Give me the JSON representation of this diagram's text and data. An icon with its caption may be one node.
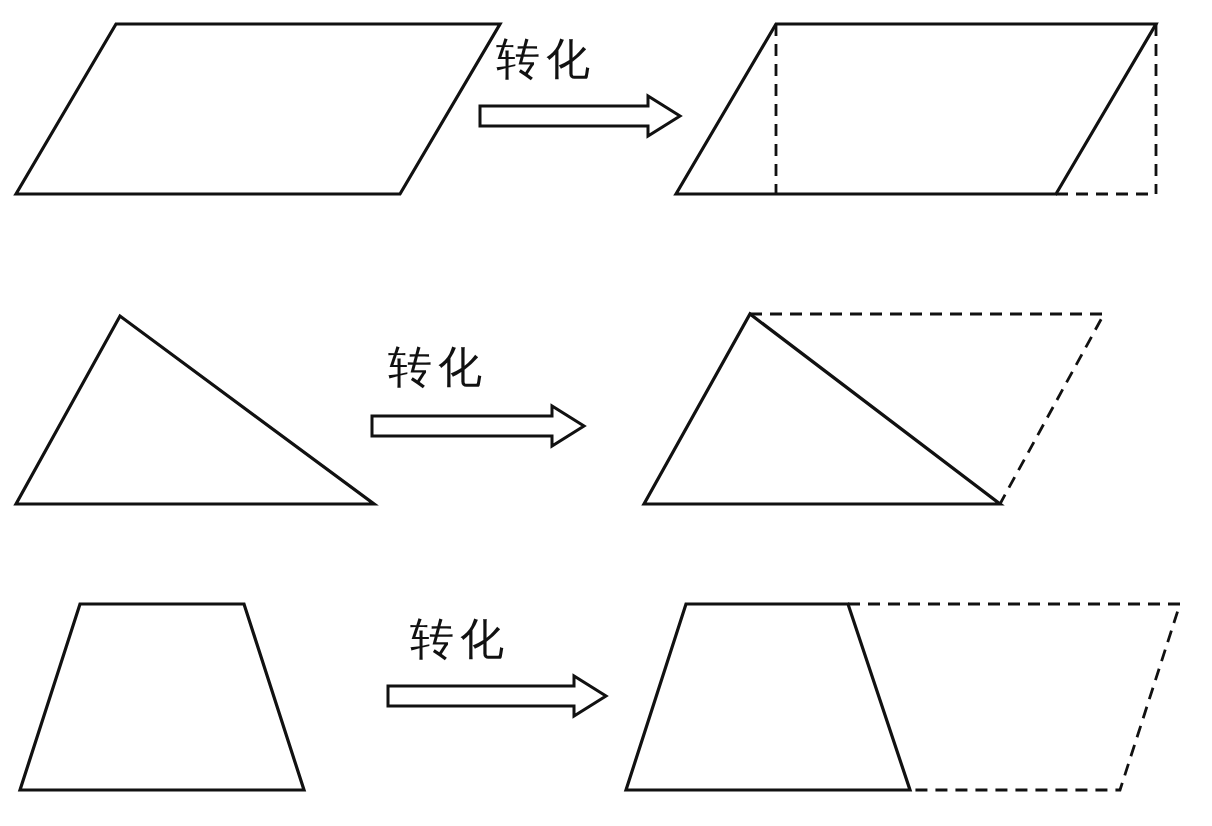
{
  "diagram": {
    "nodes": [
      {
        "text": [],
        "shape": "parallelogram"
      },
      {
        "text": [],
        "shape": "parallelogram"
      },
      {
        "text": [],
        "shape": "triangle"
      },
      {
        "text": [],
        "shape": "parallelogram"
      },
      {
        "text": [],
        "shape": "trapezoid"
      },
      {
        "text": [],
        "shape": "parallelogram"
      }
    ],
    "edges": [
      {
        "from": 0,
        "to": 1,
        "arrow": "to",
        "label": "转化"
      },
      {
        "from": 2,
        "to": 3,
        "arrow": "to",
        "label": "转化"
      },
      {
        "from": 4,
        "to": 5,
        "arrow": "to",
        "label": "转化"
      }
    ]
  }
}
